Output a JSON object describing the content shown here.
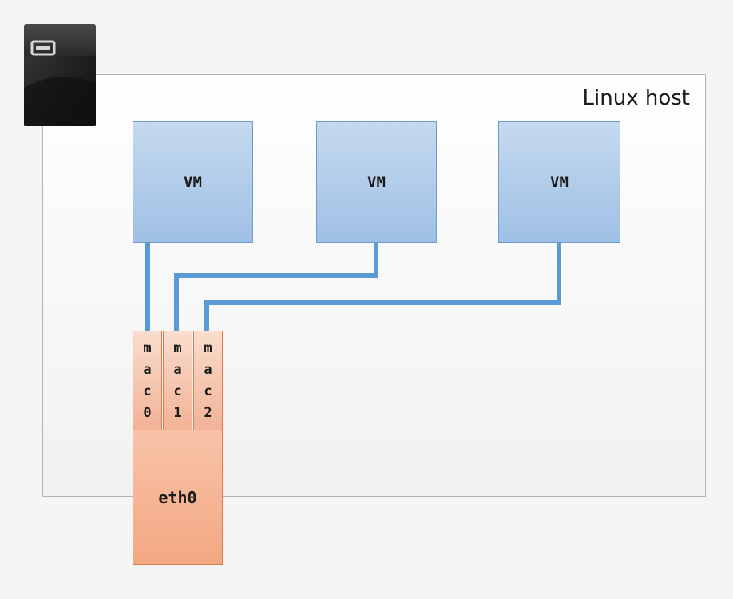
{
  "host": {
    "label": "Linux host"
  },
  "vms": [
    {
      "label": "VM"
    },
    {
      "label": "VM"
    },
    {
      "label": "VM"
    }
  ],
  "macs": [
    {
      "letters": [
        "m",
        "a",
        "c",
        "0"
      ]
    },
    {
      "letters": [
        "m",
        "a",
        "c",
        "1"
      ]
    },
    {
      "letters": [
        "m",
        "a",
        "c",
        "2"
      ]
    }
  ],
  "nic": {
    "label": "eth0"
  },
  "colors": {
    "link": "#5b9bd5",
    "vm_border": "#6c9bd2",
    "mac_border": "#e07b50"
  },
  "icons": {
    "server": "server-icon"
  }
}
